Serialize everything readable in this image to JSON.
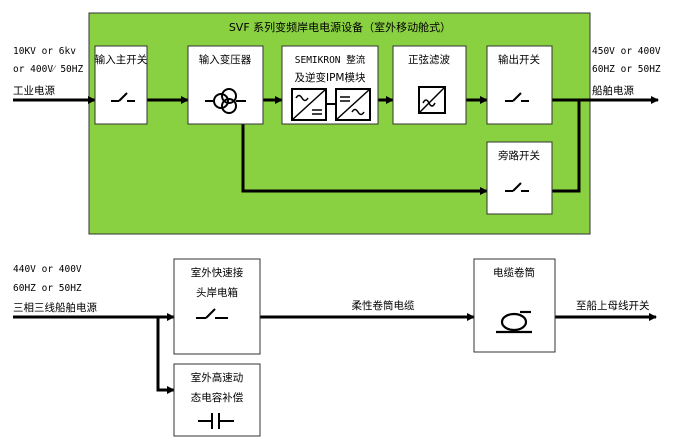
{
  "colors": {
    "equipment_fill": "#8ad142",
    "line": "#000000",
    "box": "#ffffff"
  },
  "equipment_title": "SVF 系列变频岸电电源设备（室外移动舱式）",
  "top_input": {
    "line1": "10KV or 6kv",
    "line2": "or 400V⁄ 50HZ",
    "line3": "工业电源"
  },
  "top_output": {
    "line1": "450V or 400V",
    "line2": "60HZ or 50HZ",
    "line3": "船舶电源"
  },
  "blocks": {
    "input_main_switch": "输入主开关",
    "input_transformer": "输入变压器",
    "rectifier_inverter_line1": "SEMIKRON 整流",
    "rectifier_inverter_line2": "及逆变IPM模块",
    "sine_filter": "正弦滤波",
    "output_switch": "输出开关",
    "bypass_switch": "旁路开关"
  },
  "bottom_input": {
    "line1": "440V or 400V",
    "line2": "60HZ or 50HZ",
    "line3": "三相三线船舶电源"
  },
  "bottom_blocks": {
    "junction_box_line1": "室外快速接",
    "junction_box_line2": "头岸电箱",
    "compensator_line1": "室外高速动",
    "compensator_line2": "态电容补偿",
    "cable_reel": "电缆卷筒"
  },
  "bottom_labels": {
    "flexible_cable": "柔性卷筒电缆",
    "to_ship": "至船上母线开关"
  },
  "icons": {
    "switch": "switch-icon",
    "transformer": "transformer-icon",
    "rectifier": "rectifier-icon",
    "inverter": "inverter-icon",
    "sine_filter": "sine-filter-icon",
    "capacitor": "capacitor-icon",
    "cable_reel": "cable-reel-icon"
  }
}
